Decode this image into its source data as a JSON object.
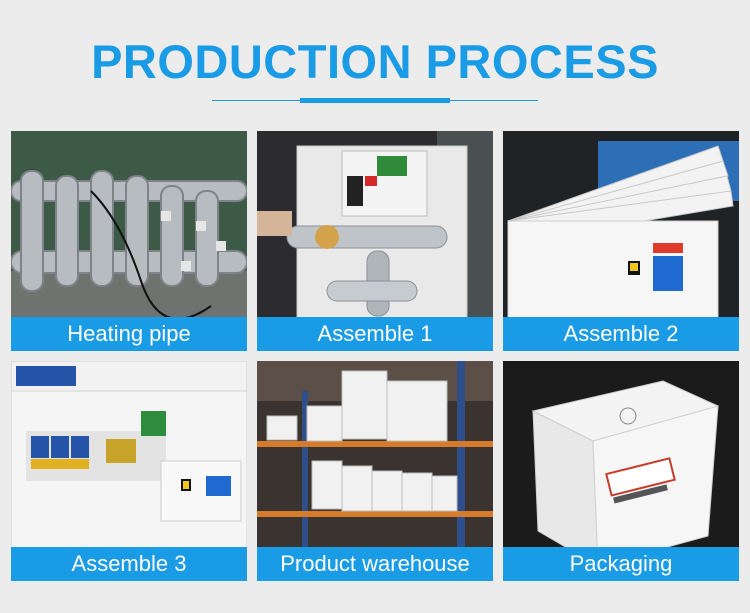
{
  "header": {
    "title": "PRODUCTION PROCESS"
  },
  "colors": {
    "accent": "#1a9be6",
    "background": "#ececec"
  },
  "tiles": [
    {
      "caption": "Heating pipe"
    },
    {
      "caption": "Assemble 1"
    },
    {
      "caption": "Assemble 2"
    },
    {
      "caption": "Assemble 3"
    },
    {
      "caption": "Product warehouse"
    },
    {
      "caption": "Packaging"
    }
  ]
}
